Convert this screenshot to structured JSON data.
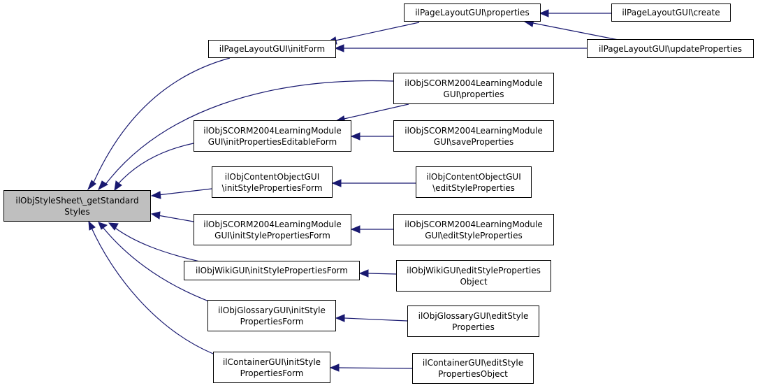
{
  "colors": {
    "edge": "#191970",
    "root_fill": "#bfbfbf",
    "node_fill": "#ffffff",
    "border": "#000000"
  },
  "nodes": {
    "root": [
      "ilObjStyleSheet\\_getStandard",
      "Styles"
    ],
    "pl_initform": [
      "ilPageLayoutGUI\\initForm"
    ],
    "pl_properties": [
      "ilPageLayoutGUI\\properties"
    ],
    "pl_create": [
      "ilPageLayoutGUI\\create"
    ],
    "pl_update": [
      "ilPageLayoutGUI\\updateProperties"
    ],
    "scorm_props": [
      "ilObjSCORM2004LearningModule",
      "GUI\\properties"
    ],
    "scorm_initprops": [
      "ilObjSCORM2004LearningModule",
      "GUI\\initPropertiesEditableForm"
    ],
    "scorm_save": [
      "ilObjSCORM2004LearningModule",
      "GUI\\saveProperties"
    ],
    "co_init": [
      "ilObjContentObjectGUI",
      "\\initStylePropertiesForm"
    ],
    "co_edit": [
      "ilObjContentObjectGUI",
      "\\editStyleProperties"
    ],
    "scorm_initstyle": [
      "ilObjSCORM2004LearningModule",
      "GUI\\initStylePropertiesForm"
    ],
    "scorm_editstyle": [
      "ilObjSCORM2004LearningModule",
      "GUI\\editStyleProperties"
    ],
    "wiki_init": [
      "ilObjWikiGUI\\initStylePropertiesForm"
    ],
    "wiki_edit": [
      "ilObjWikiGUI\\editStyleProperties",
      "Object"
    ],
    "gl_init": [
      "ilObjGlossaryGUI\\initStyle",
      "PropertiesForm"
    ],
    "gl_edit": [
      "ilObjGlossaryGUI\\editStyle",
      "Properties"
    ],
    "cont_init": [
      "ilContainerGUI\\initStyle",
      "PropertiesForm"
    ],
    "cont_edit": [
      "ilContainerGUI\\editStyle",
      "PropertiesObject"
    ]
  }
}
